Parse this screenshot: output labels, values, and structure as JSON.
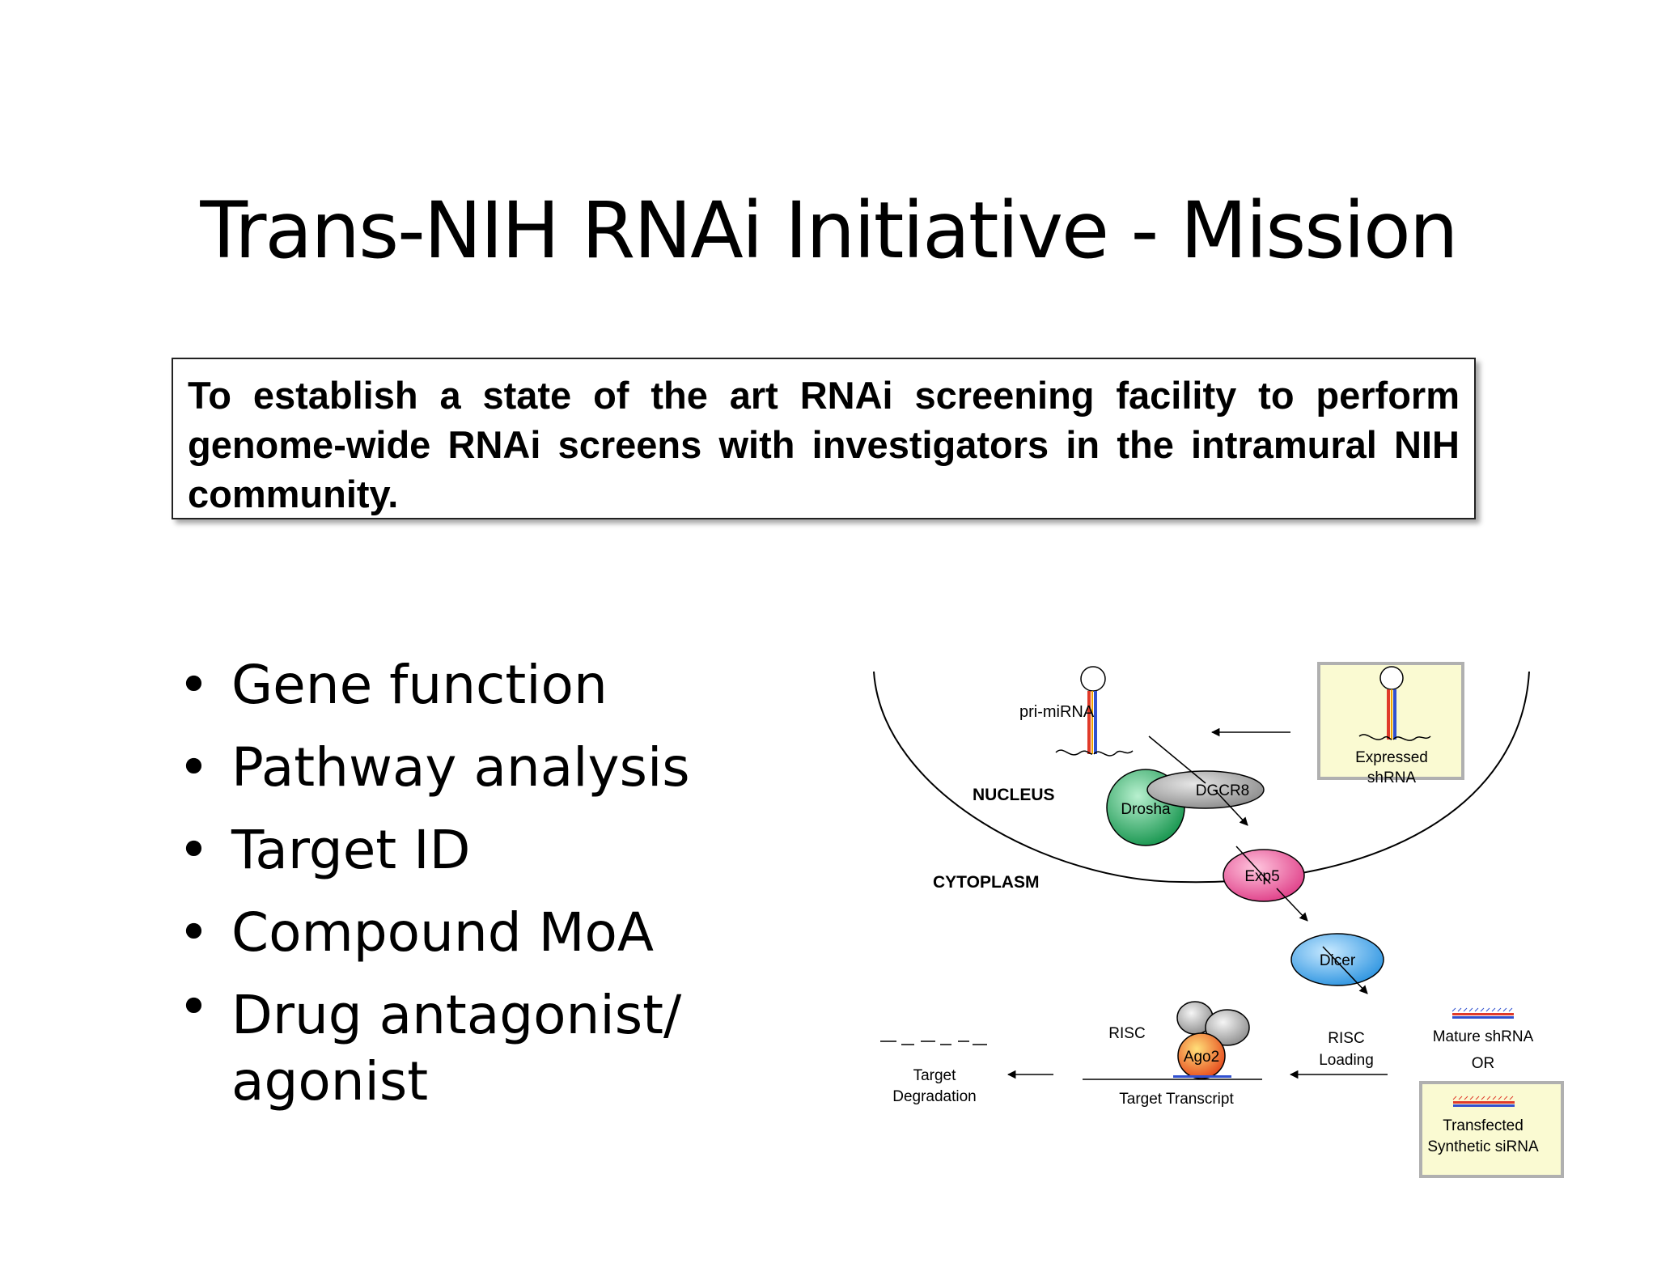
{
  "slide": {
    "title": "Trans-NIH RNAi Initiative - Mission",
    "mission_statement": "To establish a state of the art RNAi screening facility to perform genome-wide RNAi screens with investigators in the intramural NIH community.",
    "bullet_symbol": "•",
    "bullets": [
      "Gene function",
      "Pathway analysis",
      "Target ID",
      "Compound MoA",
      "Drug antagonist/ agonist"
    ]
  },
  "diagram": {
    "pri_mirna": "pri-miRNA",
    "nucleus": "NUCLEUS",
    "cytoplasm": "CYTOPLASM",
    "drosha": "Drosha",
    "dgcr8": "DGCR8",
    "exp5": "Exp5",
    "dicer": "Dicer",
    "expressed_line1": "Expressed",
    "expressed_line2": "shRNA",
    "risc": "RISC",
    "ago2": "Ago2",
    "risc_loading_line1": "RISC",
    "risc_loading_line2": "Loading",
    "mature_shrna": "Mature shRNA",
    "or": "OR",
    "transfected_line1": "Transfected",
    "transfected_line2": "Synthetic siRNA",
    "target_degradation_line1": "Target",
    "target_degradation_line2": "Degradation",
    "target_transcript": "Target Transcript"
  },
  "colors": {
    "drosha": "#2fb36a",
    "dgcr8": "#a9a9a9",
    "exp5": "#e8559a",
    "dicer": "#3aa3e8",
    "ago2": "#f39a1c",
    "box_fill": "#fafad2",
    "box_border": "#b0b0b0"
  }
}
